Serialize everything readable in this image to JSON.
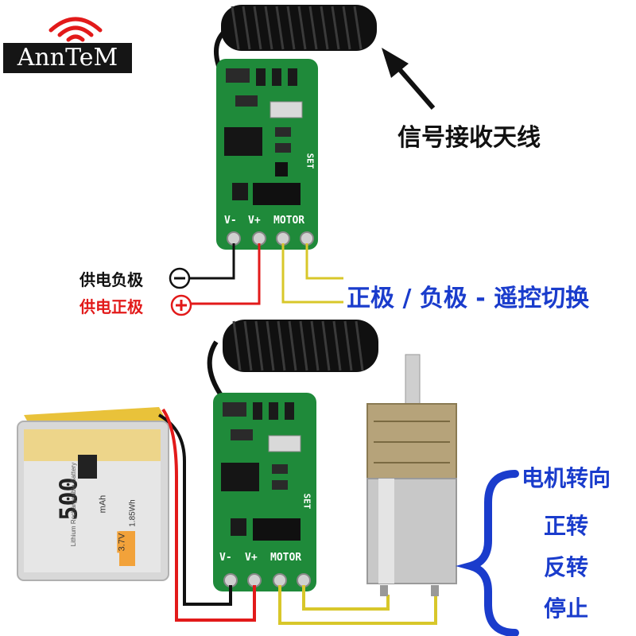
{
  "brand": {
    "name": "AnnTeM"
  },
  "labels": {
    "antenna": "信号接收天线",
    "power_negative": "供电负极",
    "power_positive": "供电正极",
    "polarity_switch": "正极 / 负极 - 遥控切换",
    "motor_direction": "电机转向",
    "forward": "正转",
    "reverse": "反转",
    "stop": "停止"
  },
  "pcb_silkscreen": {
    "v_minus": "V-",
    "v_plus": "V+",
    "motor": "MOTOR",
    "set": "SET"
  },
  "battery": {
    "capacity": "500",
    "unit": "mAh",
    "voltage": "3.7V",
    "energy": "1.85Wh",
    "subtitle": "Lithium Rechargeable Battery"
  },
  "colors": {
    "pcb_green": "#1f8a3a",
    "wire_red": "#e21a1a",
    "wire_black": "#111111",
    "wire_yellow": "#d8c72a",
    "label_blue": "#1a3ccc",
    "label_red": "#e21a1a"
  },
  "icons": {
    "minus_symbol": "minus-circle-icon",
    "plus_symbol": "plus-circle-icon",
    "arrow": "arrow-up-left-icon",
    "brace": "left-curly-brace-icon",
    "wifi": "wifi-signal-icon"
  }
}
